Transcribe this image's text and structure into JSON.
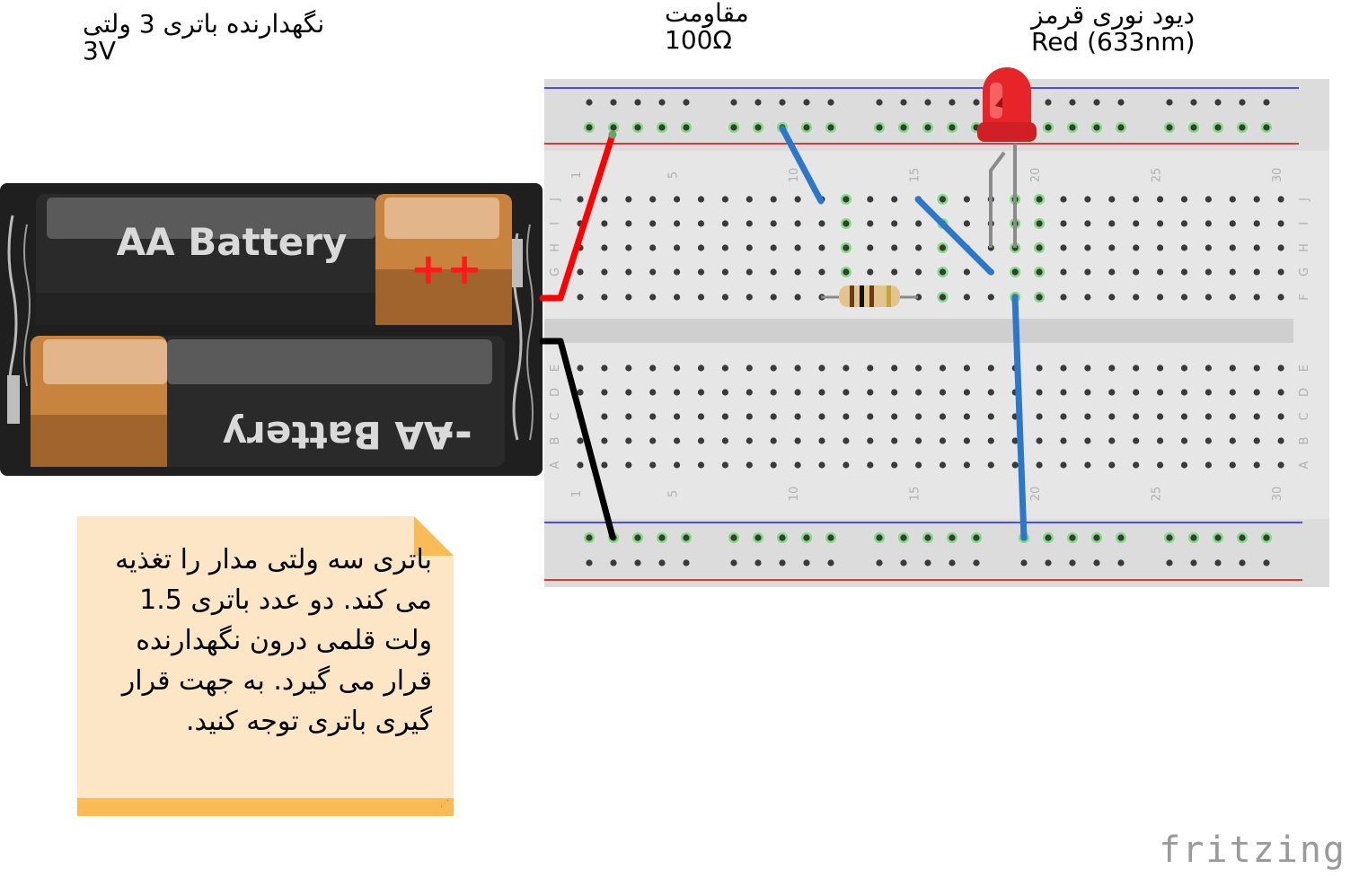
{
  "labels": {
    "battery": {
      "fa": "نگهدارنده باتری 3 ولتی",
      "en": "3V"
    },
    "resistor": {
      "fa": "مقاومت",
      "en": "100Ω"
    },
    "led": {
      "fa": "دیود نوری قرمز",
      "en": "Red (633nm)"
    }
  },
  "battery": {
    "top_cell_text": "AA Battery",
    "top_cell_sign": "++",
    "bottom_cell_text": "AA Battery",
    "bottom_cell_sign": "--"
  },
  "breadboard": {
    "row_letters_top": [
      "J",
      "I",
      "H",
      "G",
      "F"
    ],
    "row_letters_bottom": [
      "E",
      "D",
      "C",
      "B",
      "A"
    ],
    "column_numbers": [
      "1",
      "5",
      "10",
      "15",
      "20",
      "25",
      "30"
    ]
  },
  "note": {
    "text": "باتری سه ولتی مدار را تغذیه می کند. دو عدد باتری 1.5 ولت قلمی درون نگهدارنده قرار می گیرد. به جهت قرار گیری باتری توجه کنید."
  },
  "logo": "fritzing",
  "colors": {
    "wire_red": "#ff0000",
    "wire_black": "#000000",
    "wire_blue": "#2b78c9",
    "led_red": "#e8242b",
    "note_bg": "#fde6c6",
    "note_accent": "#f9bb55",
    "rail_blue": "#1a1aff",
    "rail_red": "#e60000"
  }
}
